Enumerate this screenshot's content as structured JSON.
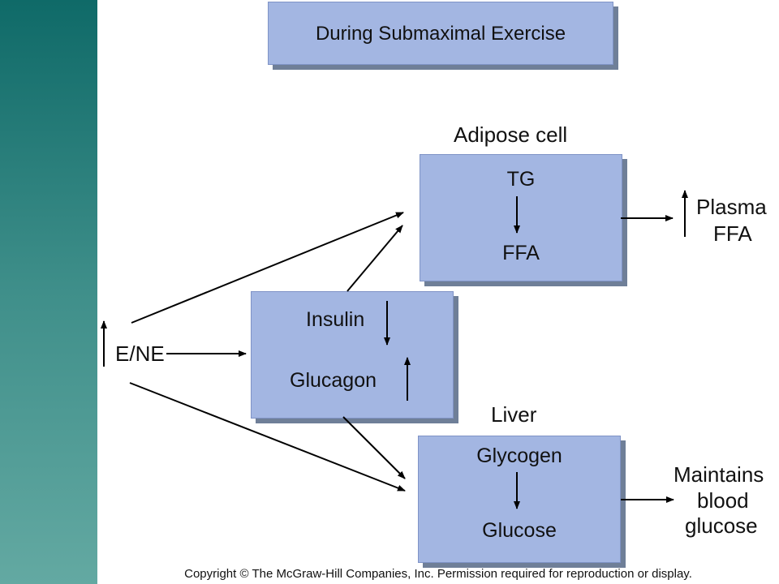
{
  "title": "During Submaximal Exercise",
  "adipose": {
    "header": "Adipose cell",
    "top": "TG",
    "bottom": "FFA"
  },
  "hormones": {
    "insulin": "Insulin",
    "glucagon": "Glucagon"
  },
  "liver": {
    "header": "Liver",
    "top": "Glycogen",
    "bottom": "Glucose"
  },
  "stimulus": "E/NE",
  "outputs": {
    "plasma": [
      "Plasma",
      "FFA"
    ],
    "blood": [
      "Maintains",
      "blood",
      "glucose"
    ]
  },
  "copyright": "Copyright © The McGraw-Hill Companies, Inc. Permission required for reproduction or display.",
  "colors": {
    "box": "#a3b6e2",
    "sidebar_top": "#0f6a68",
    "sidebar_bottom": "#63a9a2"
  }
}
